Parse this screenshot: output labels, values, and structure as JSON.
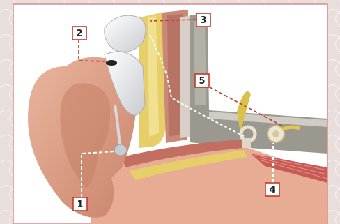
{
  "diagram": {
    "callouts": [
      {
        "id": "1",
        "label": "1"
      },
      {
        "id": "2",
        "label": "2"
      },
      {
        "id": "3",
        "label": "3"
      },
      {
        "id": "4",
        "label": "4"
      },
      {
        "id": "5",
        "label": "5"
      }
    ]
  },
  "colors": {
    "background": "#e8dedb",
    "panel_border": "#d98a8a",
    "callout_border": "#c0392b",
    "leader_red": "#c0392b",
    "leader_white": "#ffffff",
    "skin": "#e3a58c",
    "bone": "#e6cf68",
    "device": "#f0f0f2"
  }
}
